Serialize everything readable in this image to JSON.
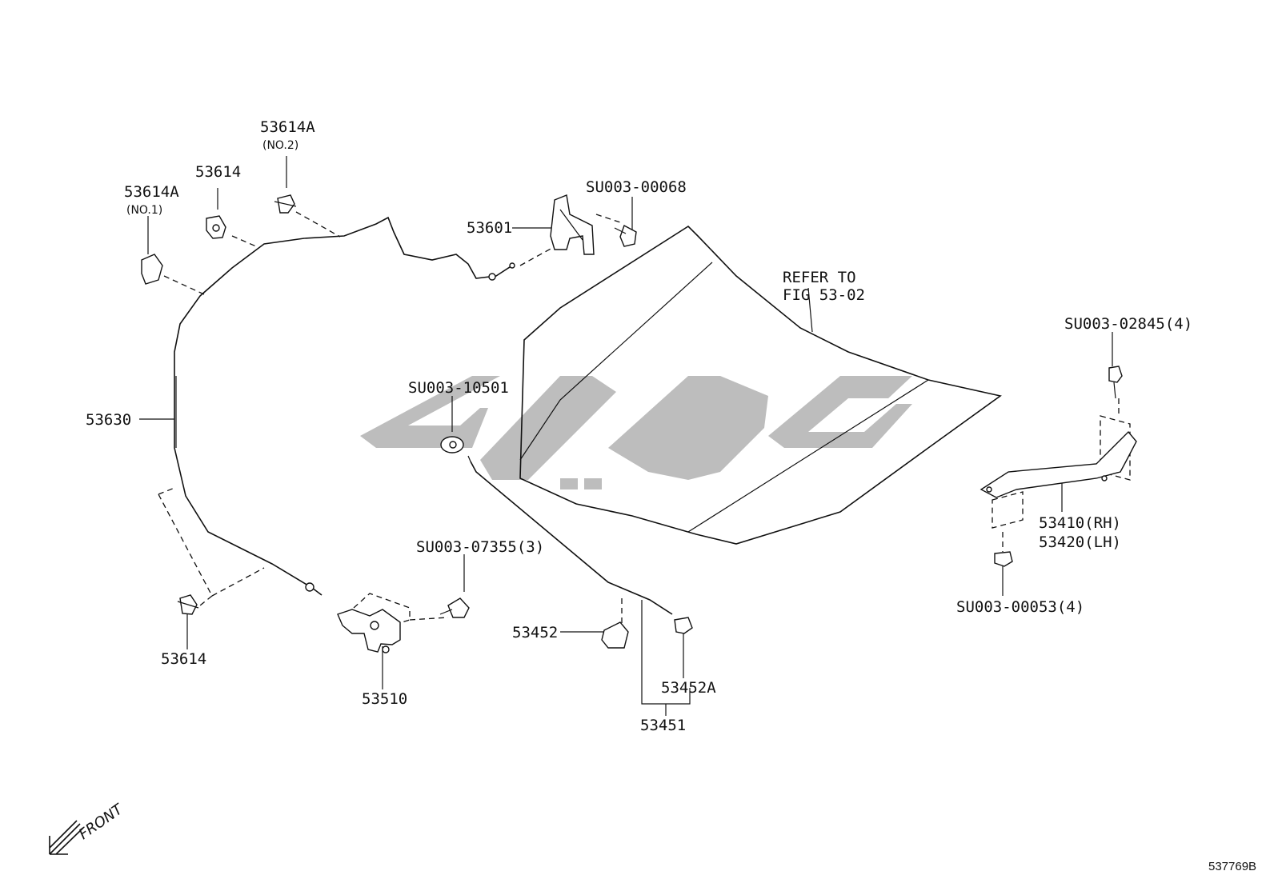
{
  "labels": {
    "p53614A_no2": "53614A",
    "p53614A_no2_sub": "(NO.2)",
    "p53614_top": "53614",
    "p53614A_no1": "53614A",
    "p53614A_no1_sub": "(NO.1)",
    "p53601": "53601",
    "su003_00068": "SU003-00068",
    "refer_line1": "REFER TO",
    "refer_line2": "FIG 53-02",
    "su003_02845": "SU003-02845(4)",
    "p53630": "53630",
    "su003_10501": "SU003-10501",
    "p53410": "53410(RH)",
    "p53420": "53420(LH)",
    "su003_07355": "SU003-07355(3)",
    "su003_00053": "SU003-00053(4)",
    "p53452": "53452",
    "p53614_bottom": "53614",
    "p53452A": "53452A",
    "p53510": "53510",
    "p53451": "53451",
    "front": "FRONT",
    "diagram_id": "537769B"
  },
  "icons": {
    "front_arrow": "front-direction-arrow-icon",
    "watermark": "watermark-logo"
  }
}
